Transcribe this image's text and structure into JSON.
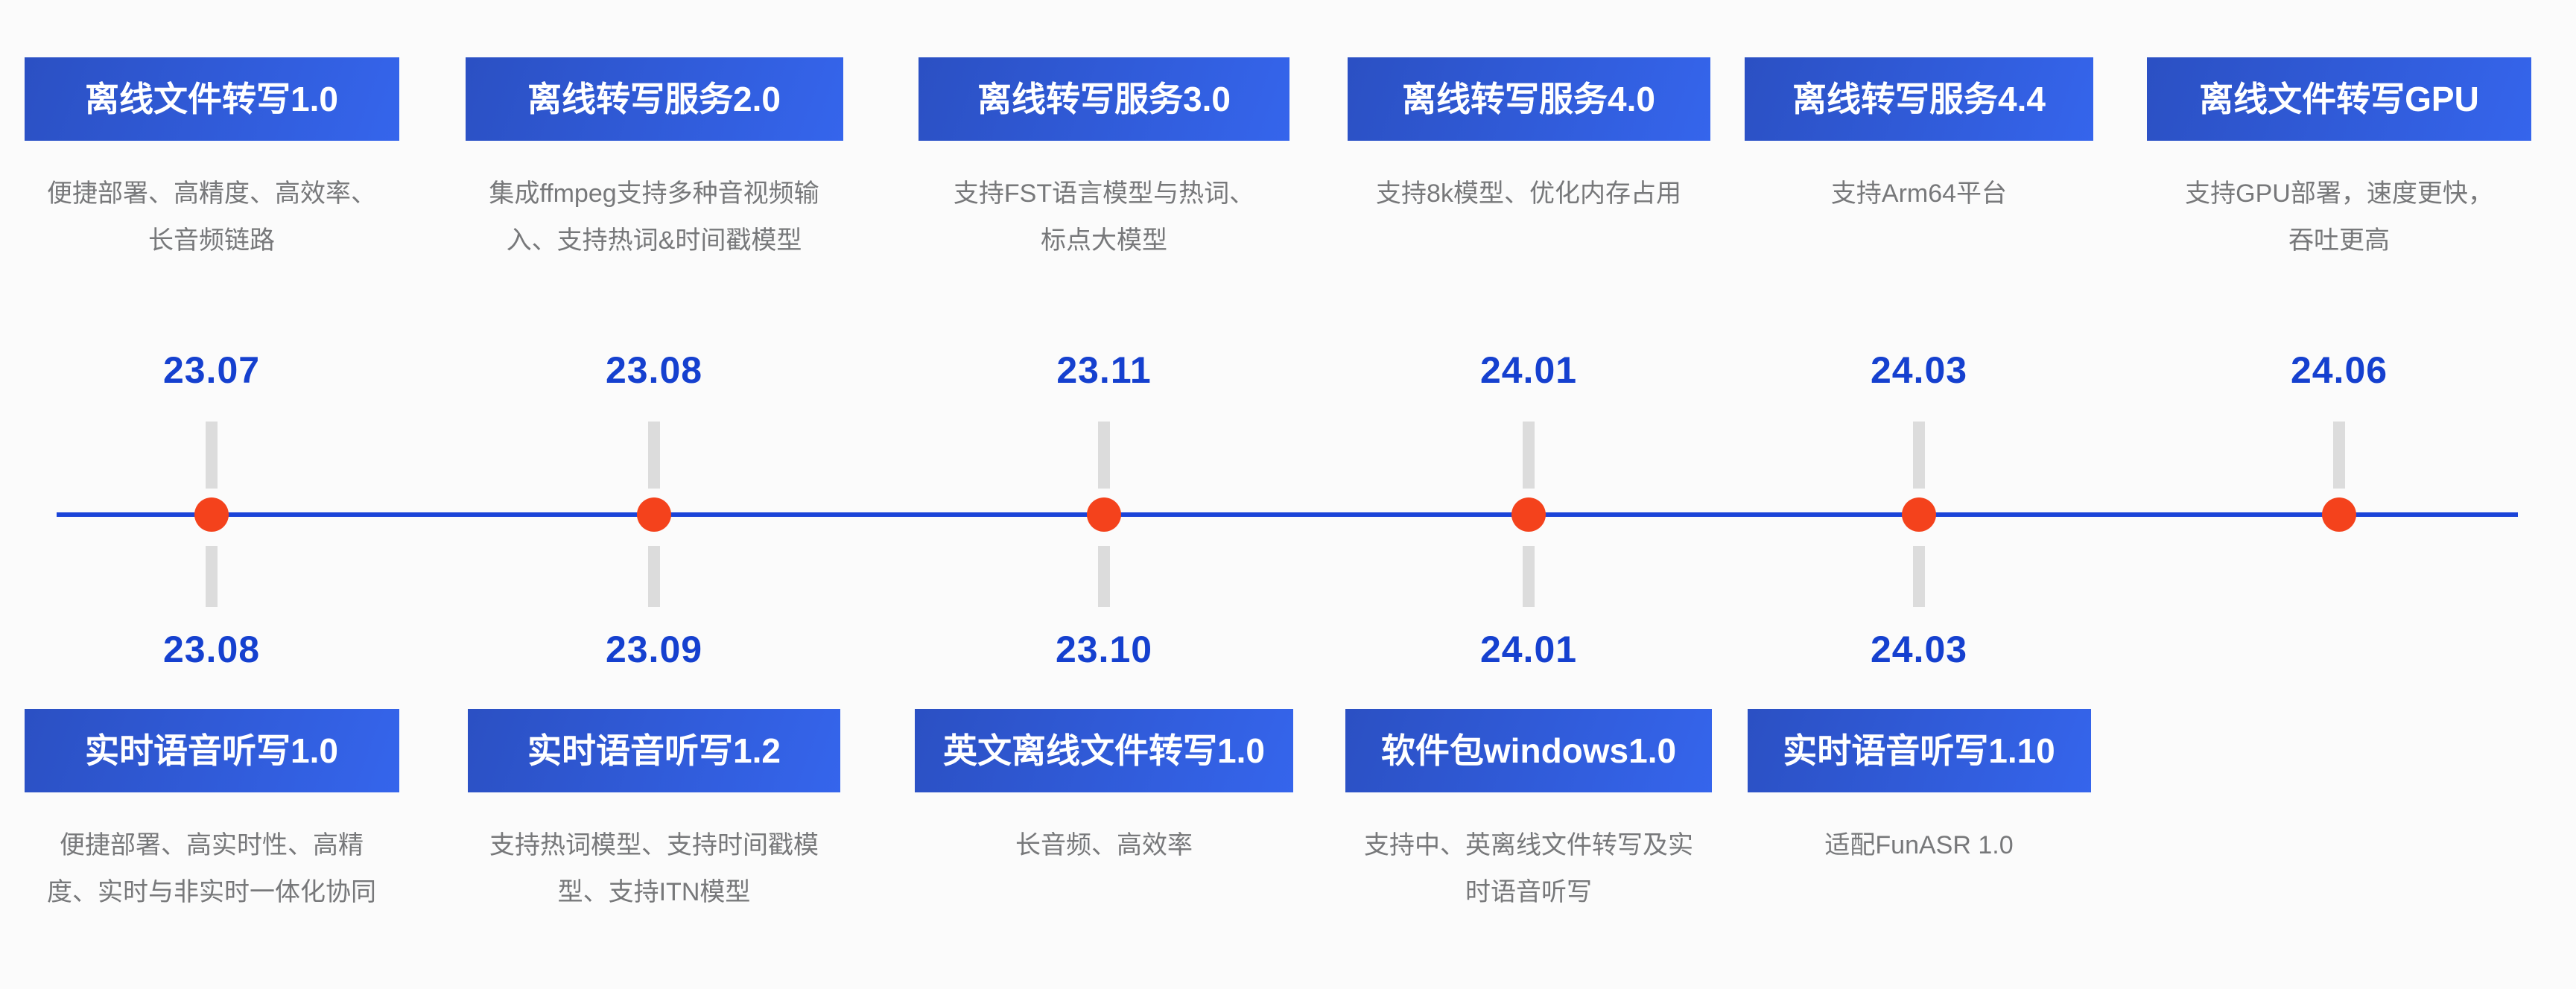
{
  "page": {
    "background_color": "#fbfbfb"
  },
  "colors": {
    "box_gradient_start": "#2b50c3",
    "box_gradient_end": "#3565ec",
    "box_text": "#ffffff",
    "date_text": "#1540cf",
    "timeline_line": "#1b44d8",
    "milestone_dot": "#f4421c",
    "tick": "#dcdcdc",
    "description_text": "#77787a"
  },
  "timeline": {
    "top_entries": [
      {
        "date": "23.07",
        "title": "离线文件转写1.0",
        "description": "便捷部署、高精度、高效率、\n长音频链路"
      },
      {
        "date": "23.08",
        "title": "离线转写服务2.0",
        "description": "集成ffmpeg支持多种音视频输\n入、支持热词&时间戳模型"
      },
      {
        "date": "23.11",
        "title": "离线转写服务3.0",
        "description": "支持FST语言模型与热词、\n标点大模型"
      },
      {
        "date": "24.01",
        "title": "离线转写服务4.0",
        "description": "支持8k模型、优化内存占用"
      },
      {
        "date": "24.03",
        "title": "离线转写服务4.4",
        "description": "支持Arm64平台"
      },
      {
        "date": "24.06",
        "title": "离线文件转写GPU",
        "description": "支持GPU部署，速度更快，\n吞吐更高"
      }
    ],
    "bottom_entries": [
      {
        "date": "23.08",
        "title": "实时语音听写1.0",
        "description": "便捷部署、高实时性、高精\n度、实时与非实时一体化协同"
      },
      {
        "date": "23.09",
        "title": "实时语音听写1.2",
        "description": "支持热词模型、支持时间戳模\n型、支持ITN模型"
      },
      {
        "date": "23.10",
        "title": "英文离线文件转写1.0",
        "description": "长音频、高效率"
      },
      {
        "date": "24.01",
        "title": "软件包windows1.0",
        "description": "支持中、英离线文件转写及实\n时语音听写"
      },
      {
        "date": "24.03",
        "title": "实时语音听写1.10",
        "description": "适配FunASR 1.0"
      }
    ]
  }
}
